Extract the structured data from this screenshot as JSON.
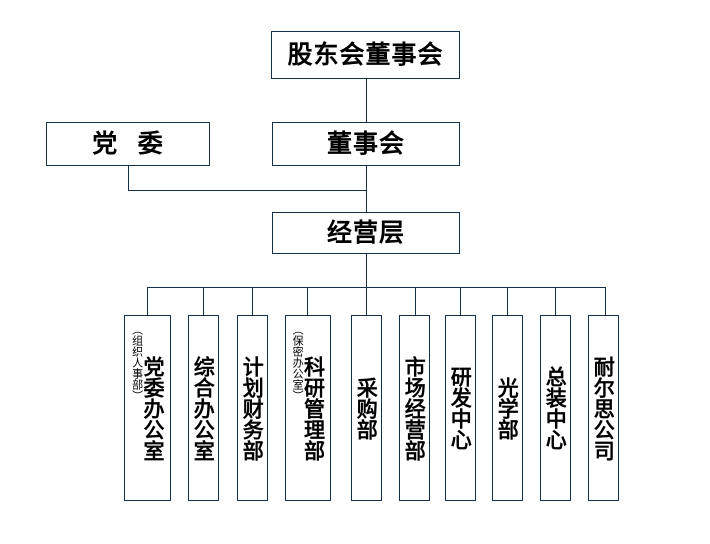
{
  "chart_title": "",
  "org_chart": {
    "type": "hierarchy",
    "levels": [
      {
        "level": 1,
        "nodes": [
          {
            "id": "shareholders",
            "label": "股东会董事会"
          }
        ]
      },
      {
        "level": 2,
        "nodes": [
          {
            "id": "party-committee",
            "label": "党  委"
          },
          {
            "id": "board",
            "label": "董事会"
          }
        ]
      },
      {
        "level": 3,
        "nodes": [
          {
            "id": "management",
            "label": "经营层"
          }
        ]
      }
    ],
    "departments": [
      {
        "id": "party-office",
        "label": "党委办公室",
        "note": "（组织人事部）"
      },
      {
        "id": "general-office",
        "label": "综合办公室",
        "note": ""
      },
      {
        "id": "finance",
        "label": "计划财务部",
        "note": ""
      },
      {
        "id": "research-mgmt",
        "label": "科研管理部",
        "note": "（保密办公室）"
      },
      {
        "id": "procurement",
        "label": "采购部",
        "note": ""
      },
      {
        "id": "marketing",
        "label": "市场经营部",
        "note": ""
      },
      {
        "id": "rnd-center",
        "label": "研发中心",
        "note": ""
      },
      {
        "id": "optics",
        "label": "光学部",
        "note": ""
      },
      {
        "id": "assembly-center",
        "label": "总装中心",
        "note": ""
      },
      {
        "id": "nice-company",
        "label": "耐尔思公司",
        "note": ""
      }
    ],
    "colors": {
      "border": "#17304a",
      "background": "#ffffff",
      "text": "#000000"
    }
  }
}
